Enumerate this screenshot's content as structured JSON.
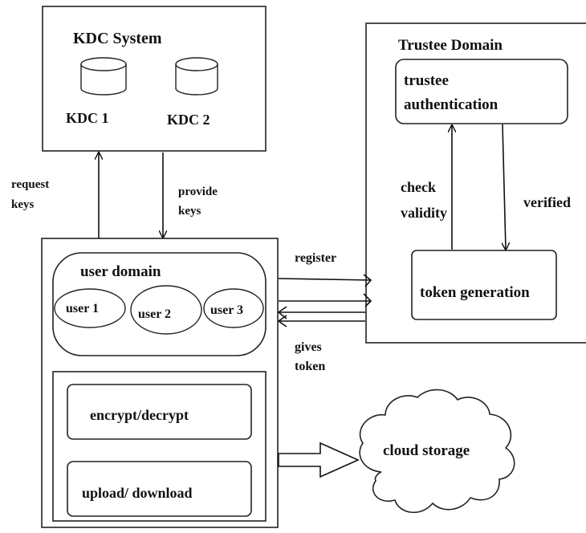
{
  "kdc_system": {
    "title": "KDC System",
    "nodes": [
      "KDC 1",
      "KDC 2"
    ]
  },
  "trustee_domain": {
    "title": "Trustee Domain",
    "authentication": [
      "trustee",
      "authentication"
    ],
    "token_generation": "token generation",
    "check_validity": [
      "check",
      "validity"
    ],
    "verified": "verified"
  },
  "client": {
    "user_domain": {
      "title": "user domain",
      "users": [
        "user 1",
        "user 2",
        "user 3"
      ]
    },
    "operations": [
      "encrypt/decrypt",
      "upload/ download"
    ]
  },
  "cloud_storage": {
    "label": "cloud storage"
  },
  "edges": {
    "request_keys": [
      "request",
      "keys"
    ],
    "provide_keys": [
      "provide",
      "keys"
    ],
    "register": "register",
    "gives_token": [
      "gives",
      "token"
    ]
  }
}
